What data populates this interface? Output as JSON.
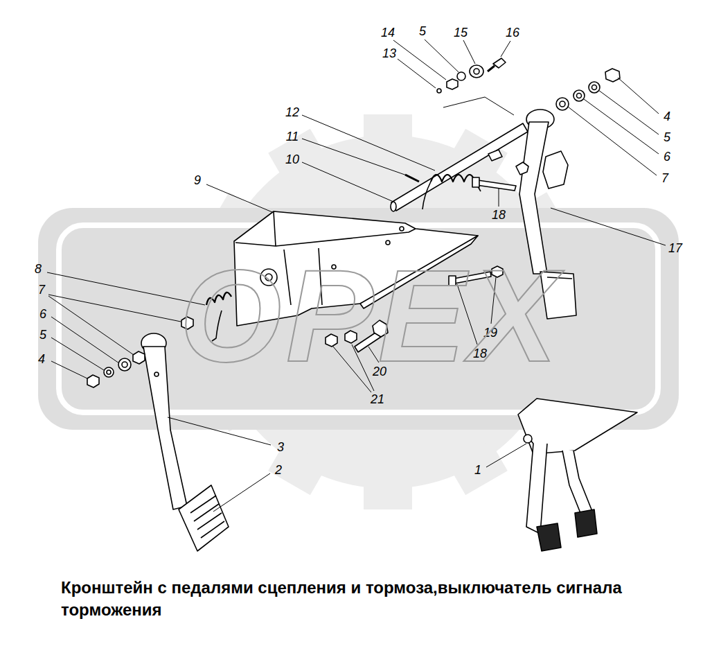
{
  "diagram": {
    "caption": "Кронштейн с педалями сцепления и тормоза,выключатель сигнала торможения",
    "labels": [
      "14",
      "5",
      "15",
      "16",
      "13",
      "12",
      "11",
      "10",
      "9",
      "4",
      "5",
      "6",
      "7",
      "18",
      "17",
      "8",
      "7",
      "6",
      "5",
      "4",
      "3",
      "2",
      "18",
      "19",
      "20",
      "21",
      "1",
      "OPEX"
    ]
  }
}
